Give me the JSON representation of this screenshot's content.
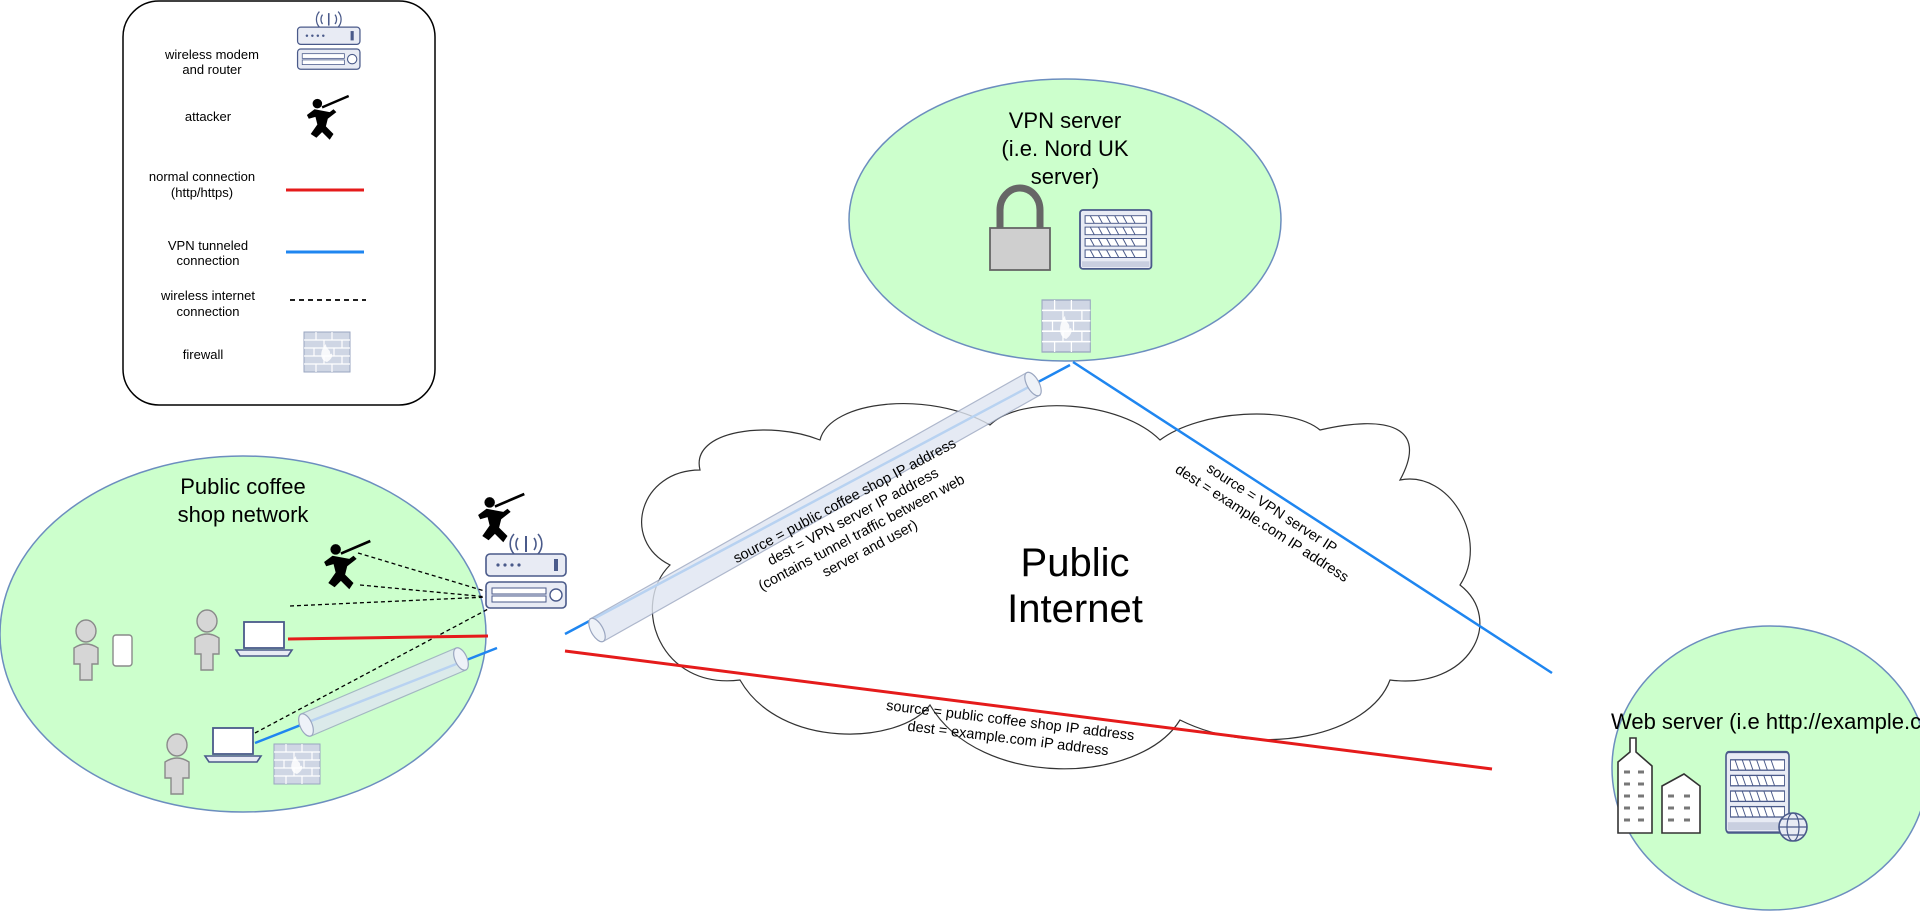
{
  "legend": {
    "router_line1": "wireless modem",
    "router_line2": "and router",
    "attacker": "attacker",
    "normal_line1": "normal  connection",
    "normal_line2": "(http/https)",
    "vpn_line1": "VPN tunneled",
    "vpn_line2": "connection",
    "wireless_line1": "wireless internet",
    "wireless_line2": "connection",
    "firewall": "firewall"
  },
  "zones": {
    "coffee_line1": "Public coffee",
    "coffee_line2": "shop network",
    "vpn_line1": "VPN server",
    "vpn_line2": "(i.e. Nord UK",
    "vpn_line3": "server)",
    "web": "Web server  (i.e http://example.com)",
    "internet_line1": "Public",
    "internet_line2": "Internet"
  },
  "annotations": {
    "tunnel_line1": "source = public coffee shop IP address",
    "tunnel_line2": "dest = VPN server IP address",
    "tunnel_line3": "(contains tunnel traffic between web",
    "tunnel_line4": "server and user)",
    "vpnweb_line1": "source = VPN server IP",
    "vpnweb_line2": "dest = example.com IP address",
    "direct_line1": "source = public coffee shop IP address",
    "direct_line2": "dest = example.com iP address"
  },
  "colors": {
    "zone_fill": "#ccffcc",
    "zone_stroke": "#6c8ebf",
    "normal_connection": "#e51b1b",
    "vpn_connection": "#1f86f0",
    "device_fill": "#e8ebf4",
    "device_stroke": "#4a5a8a",
    "person_fill": "#d6d6d6",
    "firewall_fill": "#cfd6e4"
  },
  "icons": [
    "router-icon",
    "attacker-icon",
    "person-icon",
    "laptop-icon",
    "phone-icon",
    "lock-icon",
    "server-icon",
    "firewall-icon",
    "building-icon",
    "globe-icon"
  ]
}
